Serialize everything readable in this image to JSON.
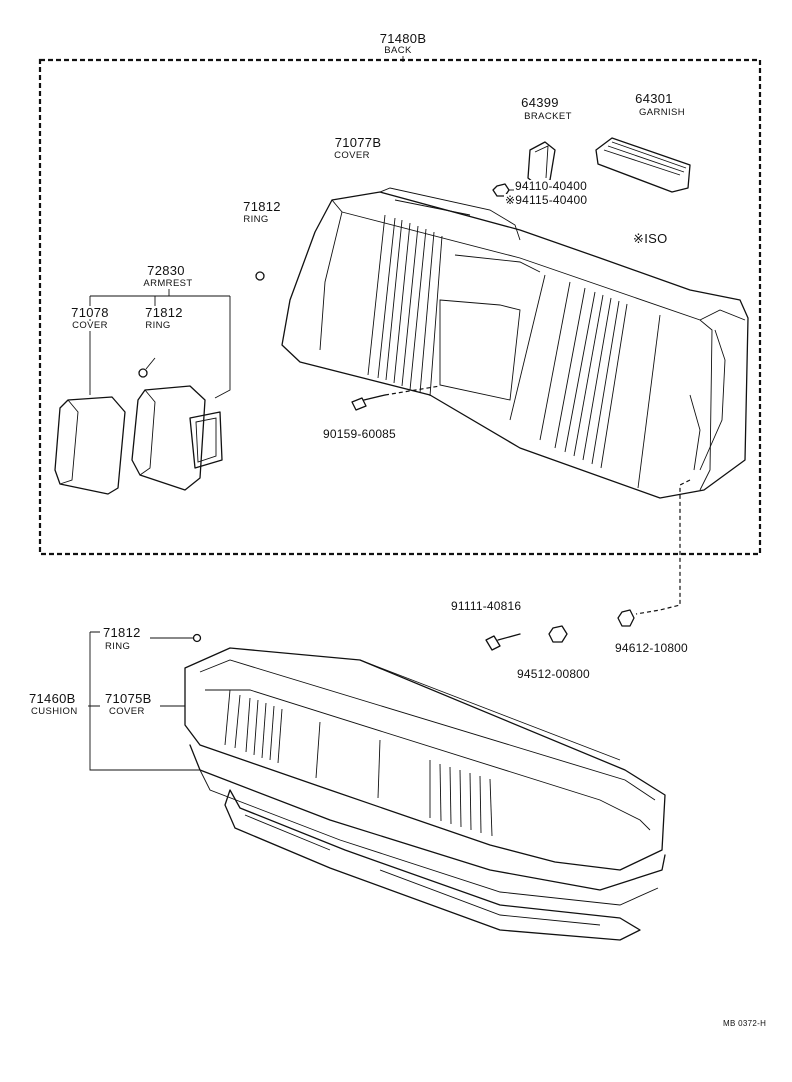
{
  "labels": {
    "back": {
      "num": "71480B",
      "name": "BACK"
    },
    "bracket": {
      "num": "64399",
      "name": "BRACKET"
    },
    "garnish": {
      "num": "64301",
      "name": "GARNISH"
    },
    "back_cover": {
      "num": "71077B",
      "name": "COVER"
    },
    "nut_a": "94110-40400",
    "nut_b": "※94115-40400",
    "iso": "※ISO",
    "ring_back": {
      "num": "71812",
      "name": "RING"
    },
    "armrest": {
      "num": "72830",
      "name": "ARMREST"
    },
    "armrest_cover": {
      "num": "71078",
      "name": "COVER"
    },
    "armrest_ring": {
      "num": "71812",
      "name": "RING"
    },
    "back_bolt": "90159-60085",
    "cushion_bolt": "91111-40816",
    "cushion_nut": "94512-00800",
    "cushion_washer": "94612-10800",
    "cushion_ring": {
      "num": "71812",
      "name": "RING"
    },
    "cushion": {
      "num": "71460B",
      "name": "CUSHION"
    },
    "cushion_cover": {
      "num": "71075B",
      "name": "COVER"
    },
    "ref_code": "MB 0372-H"
  }
}
